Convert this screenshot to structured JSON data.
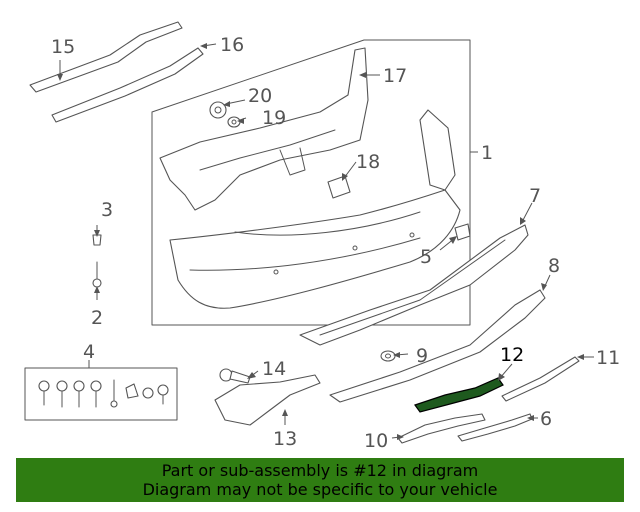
{
  "callouts": {
    "c1": "1",
    "c2": "2",
    "c3": "3",
    "c4": "4",
    "c5": "5",
    "c6": "6",
    "c7": "7",
    "c8": "8",
    "c9": "9",
    "c10": "10",
    "c11": "11",
    "c12": "12",
    "c13": "13",
    "c14": "14",
    "c15": "15",
    "c16": "16",
    "c17": "17",
    "c18": "18",
    "c19": "19",
    "c20": "20"
  },
  "highlight": {
    "part_number": "12",
    "color": "#1e5a1e"
  },
  "banner": {
    "line1": "Part or sub-assembly is #12 in diagram",
    "line2": "Diagram may not be specific to your vehicle",
    "background": "#2f7d12"
  }
}
